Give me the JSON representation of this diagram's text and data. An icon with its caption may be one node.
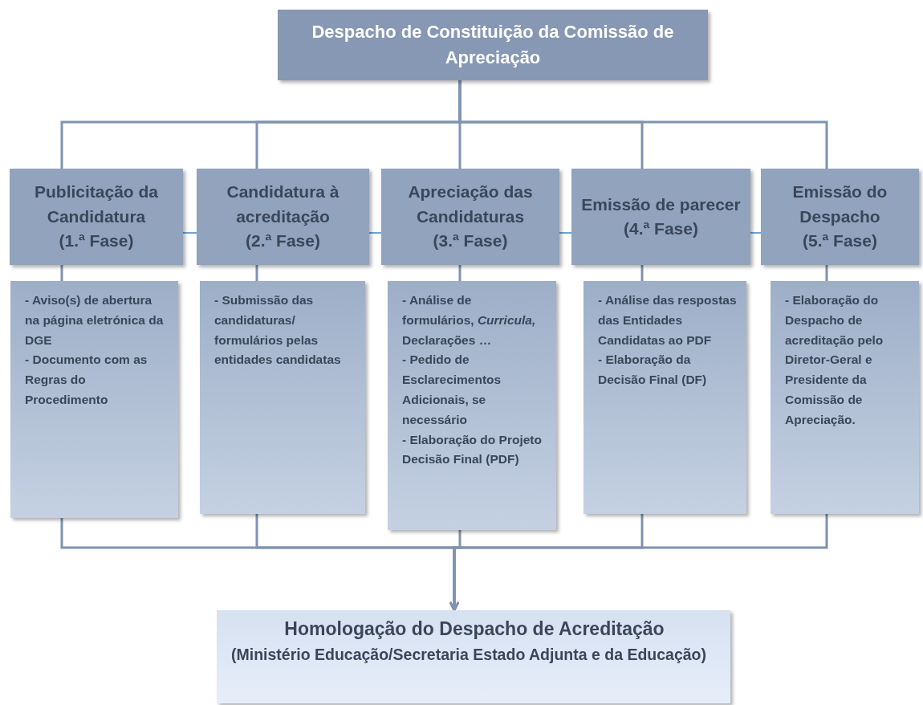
{
  "diagram": {
    "nodes": [
      {
        "text": [
          "Despacho de Constituição da Comissão de Apreciação"
        ]
      },
      {
        "text": [
          "Publicitação da Candidatura",
          "(1.ª Fase)"
        ]
      },
      {
        "text": [
          "Candidatura à acreditação",
          "(2.ª Fase)"
        ]
      },
      {
        "text": [
          "Apreciação das Candidaturas",
          "(3.ª Fase)"
        ]
      },
      {
        "text": [
          "Emissão de parecer",
          "(4.ª Fase)"
        ]
      },
      {
        "text": [
          "Emissão do Despacho",
          "(5.ª Fase)"
        ]
      },
      {
        "text": [
          "- Aviso(s) de abertura na página eletrónica da DGE",
          "- Documento com as Regras do Procedimento"
        ]
      },
      {
        "text": [
          "- Submissão das candidaturas/ formulários pelas entidades candidatas"
        ]
      },
      {
        "text": [
          "- Análise de formulários, *Curricula,* Declarações …",
          "- Pedido de Esclarecimentos Adicionais, se necessário",
          "- Elaboração do Projeto Decisão Final (PDF)"
        ]
      },
      {
        "text": [
          "- Análise das respostas das Entidades Candidatas ao PDF",
          "- Elaboração da Decisão Final (DF)"
        ]
      },
      {
        "text": [
          "- Elaboração do Despacho de acreditação pelo Diretor-Geral e Presidente da Comissão de Apreciação."
        ]
      },
      {
        "text": [
          "Homologação do Despacho de Acreditação",
          "(Ministério Educação/Secretaria Estado Adjunta e da Educação)"
        ]
      }
    ],
    "edges": [
      {
        "from": 0,
        "to": 1,
        "arrow": "none"
      },
      {
        "from": 0,
        "to": 2,
        "arrow": "none"
      },
      {
        "from": 0,
        "to": 3,
        "arrow": "none"
      },
      {
        "from": 0,
        "to": 4,
        "arrow": "none"
      },
      {
        "from": 0,
        "to": 5,
        "arrow": "none"
      },
      {
        "from": 1,
        "to": 2,
        "arrow": "none",
        "color": "#6fa3d8"
      },
      {
        "from": 2,
        "to": 3,
        "arrow": "none",
        "color": "#6fa3d8"
      },
      {
        "from": 3,
        "to": 4,
        "arrow": "none",
        "color": "#6fa3d8"
      },
      {
        "from": 4,
        "to": 5,
        "arrow": "none",
        "color": "#6fa3d8"
      },
      {
        "from": 1,
        "to": 6,
        "arrow": "none"
      },
      {
        "from": 2,
        "to": 7,
        "arrow": "none"
      },
      {
        "from": 3,
        "to": 8,
        "arrow": "none"
      },
      {
        "from": 4,
        "to": 9,
        "arrow": "none"
      },
      {
        "from": 5,
        "to": 10,
        "arrow": "none"
      },
      {
        "from": 6,
        "to": 11,
        "arrow": "to"
      },
      {
        "from": 7,
        "to": 11,
        "arrow": "to"
      },
      {
        "from": 8,
        "to": 11,
        "arrow": "to"
      },
      {
        "from": 9,
        "to": 11,
        "arrow": "to"
      },
      {
        "from": 10,
        "to": 11,
        "arrow": "to"
      }
    ]
  }
}
